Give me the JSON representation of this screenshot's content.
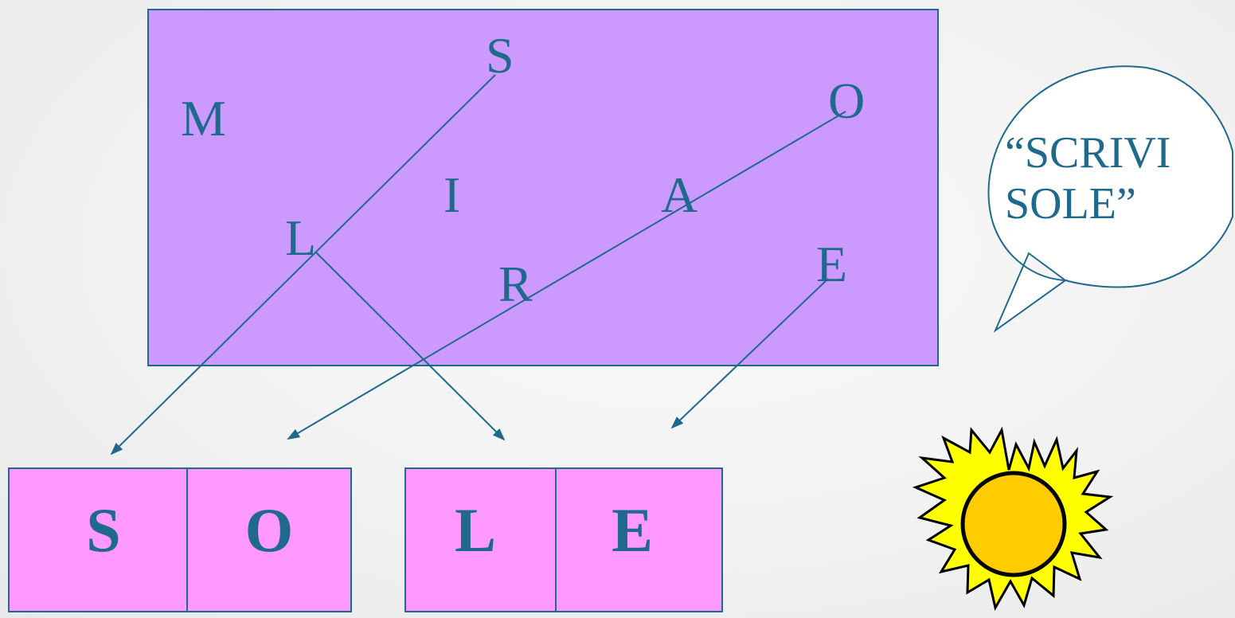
{
  "scattered_letters": [
    {
      "id": "m",
      "char": "M"
    },
    {
      "id": "s",
      "char": "S"
    },
    {
      "id": "o",
      "char": "O"
    },
    {
      "id": "i",
      "char": "I"
    },
    {
      "id": "a",
      "char": "A"
    },
    {
      "id": "l",
      "char": "L"
    },
    {
      "id": "r",
      "char": "R"
    },
    {
      "id": "e",
      "char": "E"
    }
  ],
  "word_boxes": {
    "left": [
      "S",
      "O"
    ],
    "right": [
      "L",
      "E"
    ]
  },
  "speech_bubble": {
    "line1": "“SCRIVI",
    "line2": "SOLE”"
  },
  "colors": {
    "letter_panel": "#cc99ff",
    "word_box": "#ff99ff",
    "text": "#1f6a8c",
    "arrow": "#1f6a8c",
    "sun_rays": "#ffff00",
    "sun_core": "#ffcc00"
  },
  "icons": {
    "sun": "sun-icon"
  }
}
